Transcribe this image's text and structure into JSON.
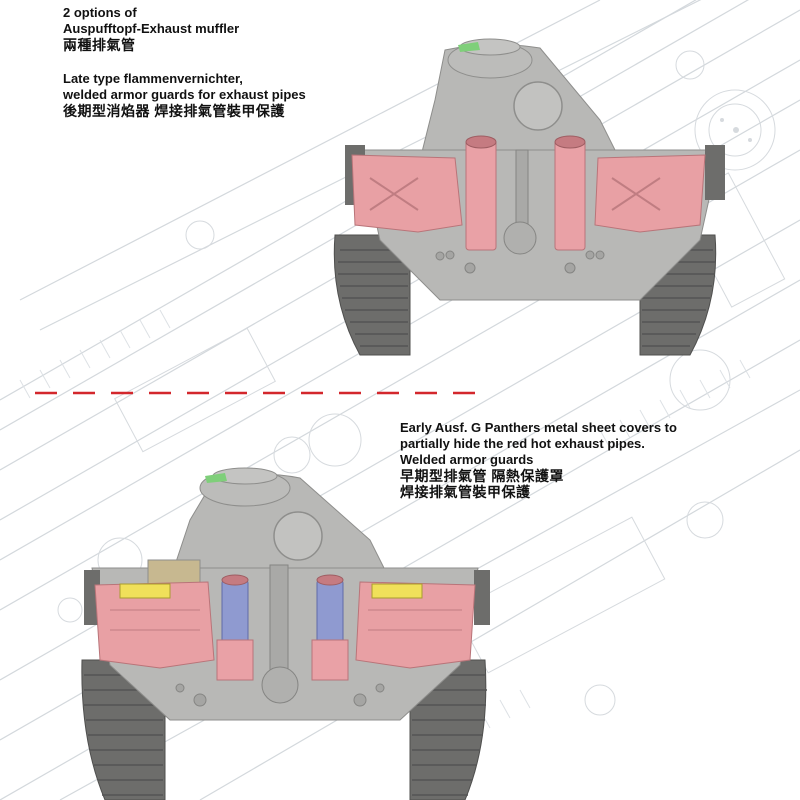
{
  "captions": {
    "top_options": {
      "line1": "2 options of",
      "line2": "Auspufftopf-Exhaust muffler",
      "line3": "兩種排氣管"
    },
    "top_late": {
      "line1": "Late type flammenvernichter,",
      "line2": "welded  armor guards for exhaust pipes",
      "line3": "後期型消焰器 焊接排氣管裝甲保護"
    },
    "bottom_early": {
      "line1": "Early Ausf. G Panthers metal sheet covers to",
      "line2": "partially hide the red hot exhaust pipes.",
      "line3": "Welded armor guards",
      "line4": "早期型排氣管  隔熱保護罩",
      "line5": "焊接排氣管裝甲保護"
    }
  },
  "colors": {
    "hull_grey": "#b8b8b6",
    "armor_pink": "#e8a0a4",
    "exhaust_pink": "#e9a1a6",
    "exhaust_blue": "#8f9ad0",
    "lid_yellow": "#f0e05a",
    "hatch_green": "#7fcf7a",
    "divider_red": "#d3272c",
    "track_grey": "#6d6d6b",
    "blueprint_line": "#c9ced3"
  }
}
